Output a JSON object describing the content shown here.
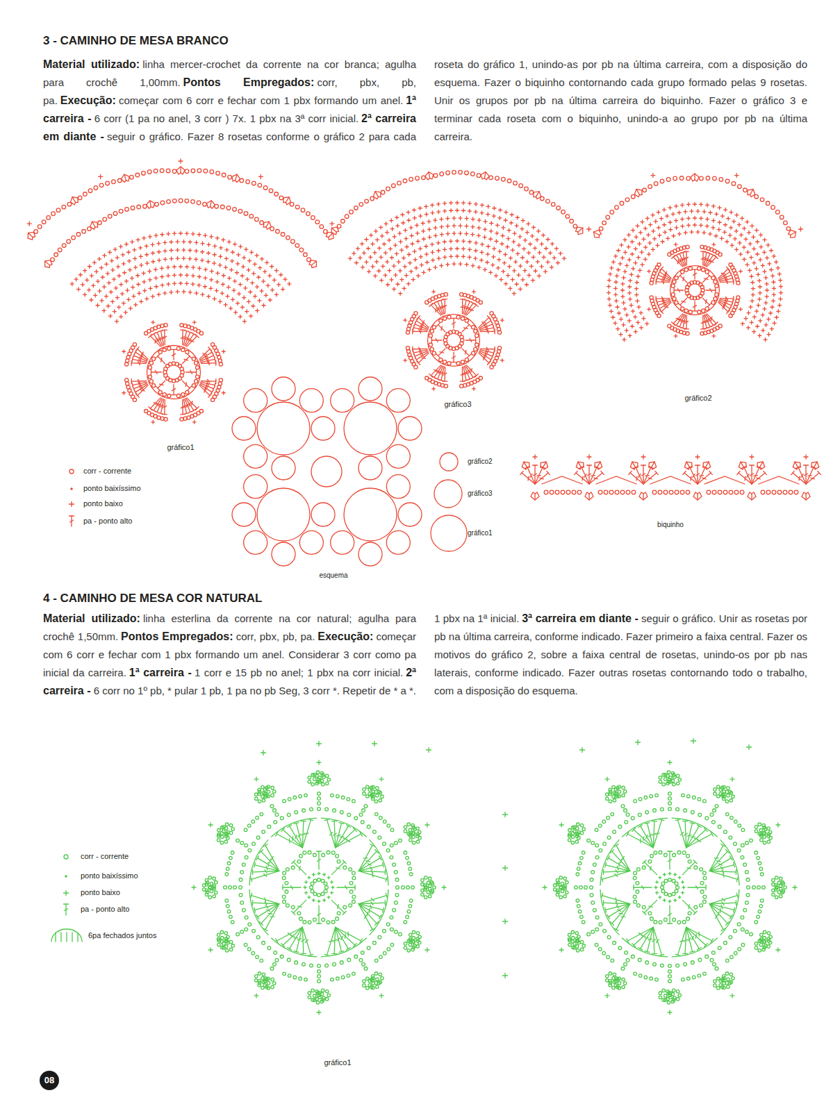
{
  "diagram": {
    "labels": [
      "3 - CAMINHO DE MESA BRANCO",
      "Material utilizado:",
      "linha mercer-crochet da corrente na cor branca; agulha para crochê 1,00mm.",
      "Pontos Empregados:",
      "corr, pbx, pb, pa.",
      "Execução:",
      "começar com 6 corr e fechar com 1 pbx formando um anel.",
      "1ª carreira -",
      "6 corr (1 pa no anel, 3 corr ) 7x. 1 pbx na 3ª corr inicial.",
      "2ª carreira em diante -",
      "seguir o gráfico. Fazer 8 rosetas conforme o gráfico 2 para cada roseta do gráfico 1, unindo-as por pb na última carreira, com a disposição do esquema. Fazer o biquinho contornando cada grupo formado pelas 9 rosetas. Unir os grupos por pb na última carreira do biquinho. Fazer o gráfico 3 e terminar cada roseta com o biquinho, unindo-a ao grupo por pb na última carreira.",
      "gráfico1",
      "gráfico3",
      "gráfico2",
      "esquema",
      "gráfico2",
      "gráfico3",
      "gráfico1",
      "biquinho",
      "4 - CAMINHO DE MESA COR NATURAL",
      "Material utilizado:",
      "linha esterlina da corrente na cor natural; agulha para crochê 1,50mm.",
      "Pontos Empregados:",
      "corr, pbx, pb, pa.",
      "Execução:",
      "começar com 6 corr e fechar com 1 pbx formando um anel. Considerar 3 corr como pa inicial da carreira.",
      "1ª carreira -",
      "1 corr e 15 pb no anel; 1 pbx na corr inicial.",
      "2ª carreira -",
      "6 corr no 1º pb, * pular 1 pb, 1 pa no pb Seg, 3 corr *. Repetir de * a *. 1 pbx na 1ª inicial.",
      "3ª carreira em diante -",
      "seguir o gráfico. Unir as rosetas por pb na última carreira, conforme indicado. Fazer primeiro a faixa central. Fazer os motivos do gráfico 2, sobre a faixa central de rosetas, unindo-os por pb nas laterais, conforme indicado. Fazer outras rosetas contornando todo o trabalho, com a disposição do esquema.",
      "gráfico1",
      "08"
    ],
    "legend": [
      {
        "text": "corr - corrente"
      },
      {
        "text": "ponto baixíssimo"
      },
      {
        "text": "ponto baixo"
      },
      {
        "text": "pa - ponto alto"
      },
      {
        "text": "corr - corrente"
      },
      {
        "text": "ponto baixíssimo"
      },
      {
        "text": "ponto baixo"
      },
      {
        "text": "pa - ponto alto"
      },
      {
        "text": "6pa fechados juntos"
      }
    ]
  }
}
